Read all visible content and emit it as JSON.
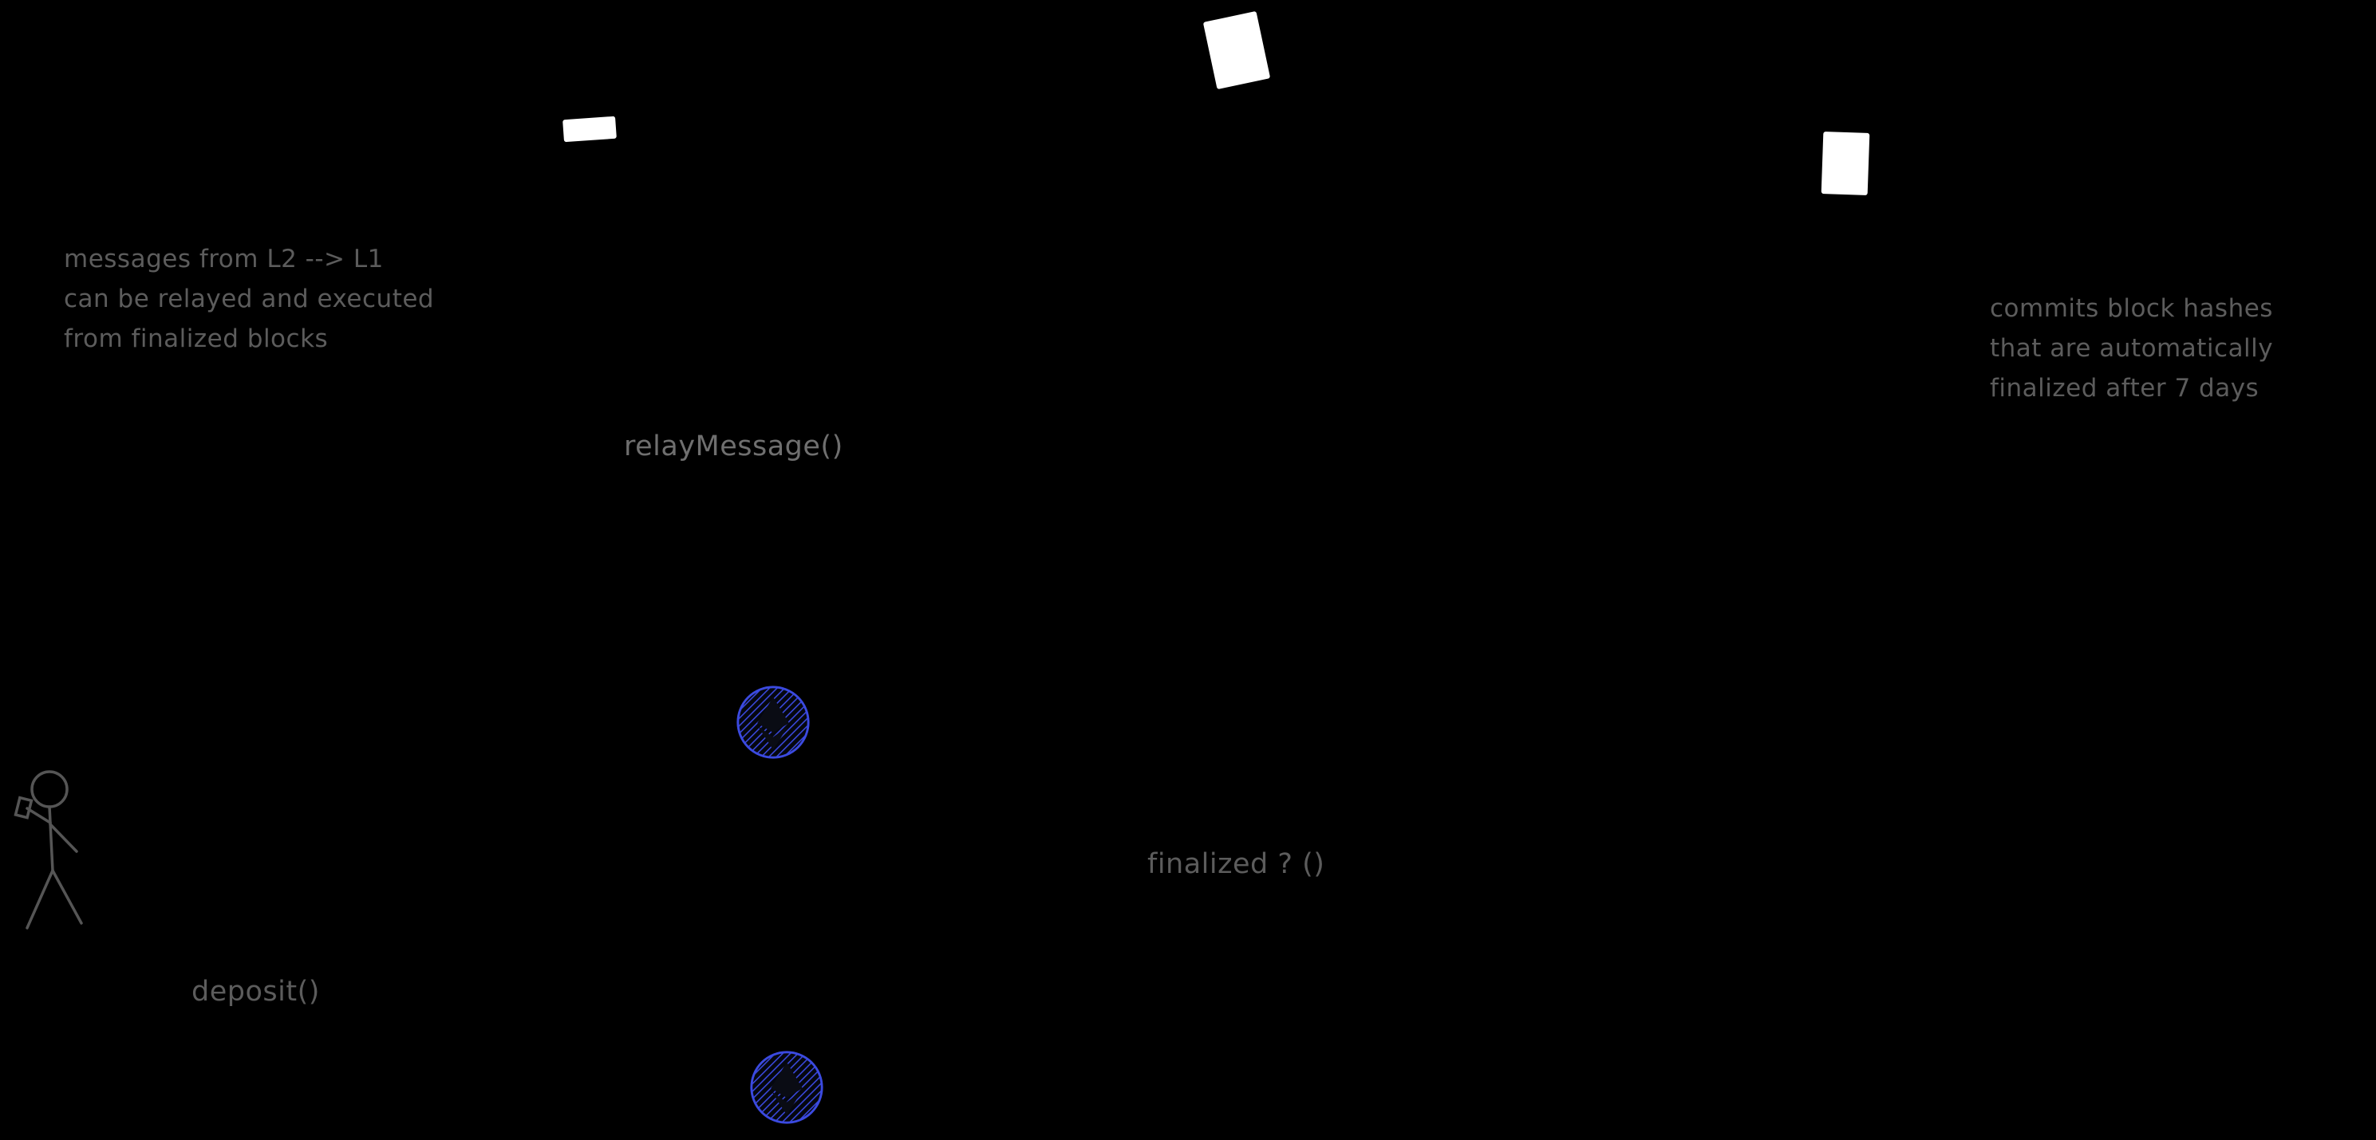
{
  "canvas": {
    "background_color": "#000000",
    "text_color": "#5c5c5c",
    "accent_blue": "#3b4ae0",
    "doc_color": "#ffffff"
  },
  "annotations": {
    "relay_note": "messages from L2 --> L1\ncan be relayed and executed\nfrom finalized blocks",
    "commit_note": "commits block hashes\nthat are automatically\nfinalized after 7 days"
  },
  "labels": {
    "relay_message": "relayMessage()",
    "finalized_check": "finalized ? ()",
    "deposit": "deposit()"
  },
  "icons": {
    "documents": [
      "document-icon-tilted",
      "document-icon-small",
      "document-icon-right"
    ],
    "coins": [
      "eth-coin-icon-top",
      "eth-coin-icon-bottom"
    ],
    "person": "person-stick-figure-icon"
  }
}
